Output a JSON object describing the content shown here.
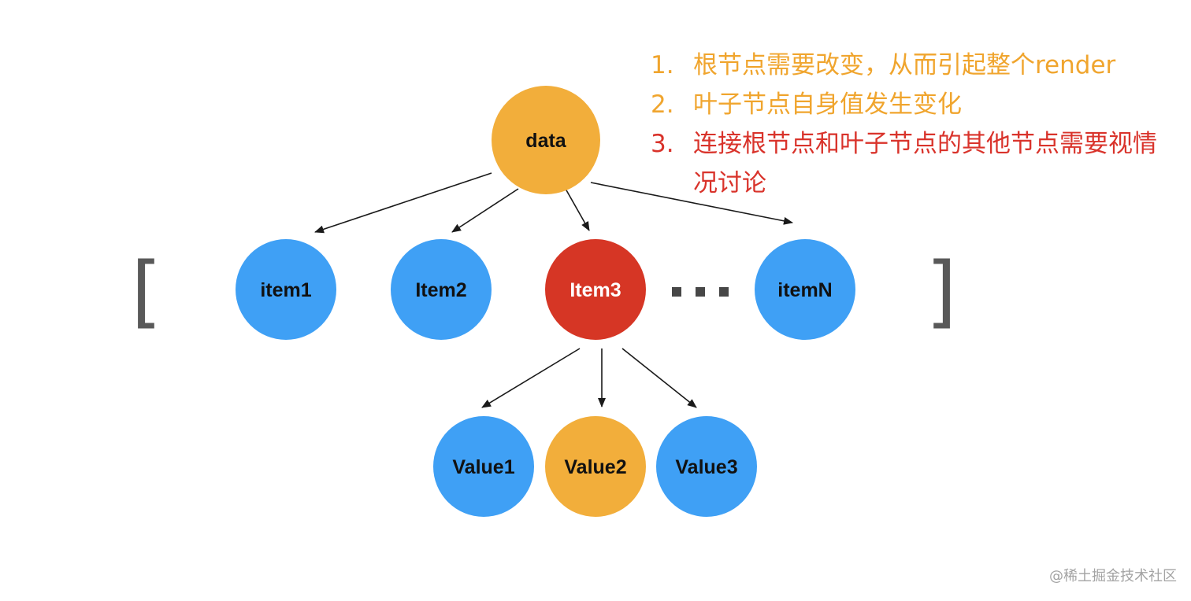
{
  "colors": {
    "orange": "#F2AE3B",
    "blue": "#3FA0F5",
    "red": "#D63625",
    "note_orange": "#F0A52E",
    "note_red": "#D9332B",
    "bracket": "#595959",
    "edge": "#1a1a1a"
  },
  "diagram": {
    "root": {
      "label": "data",
      "color": "orange"
    },
    "items": [
      {
        "label": "item1",
        "color": "blue"
      },
      {
        "label": "Item2",
        "color": "blue"
      },
      {
        "label": "Item3",
        "color": "red"
      },
      {
        "label": "itemN",
        "color": "blue"
      }
    ],
    "values": [
      {
        "label": "Value1",
        "color": "blue"
      },
      {
        "label": "Value2",
        "color": "orange"
      },
      {
        "label": "Value3",
        "color": "blue"
      }
    ],
    "bracket_left": "[",
    "bracket_right": "]"
  },
  "notes": [
    {
      "num": "1.",
      "text": "根节点需要改变，从而引起整个render",
      "color": "note_orange"
    },
    {
      "num": "2.",
      "text": "叶子节点自身值发生变化",
      "color": "note_orange"
    },
    {
      "num": "3.",
      "text": "连接根节点和叶子节点的其他节点需要视情况讨论",
      "color": "note_red"
    }
  ],
  "watermark": "@稀土掘金技术社区"
}
